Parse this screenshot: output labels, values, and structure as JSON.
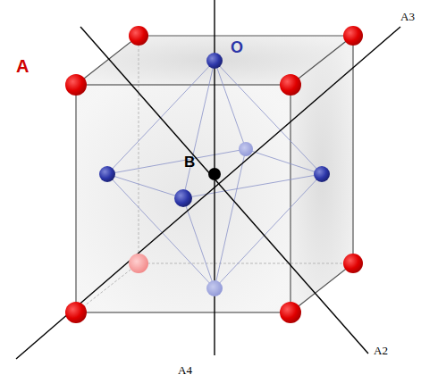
{
  "diagram": {
    "labels": [
      "A3",
      "O",
      "A",
      "B",
      "A2",
      "A4"
    ]
  }
}
